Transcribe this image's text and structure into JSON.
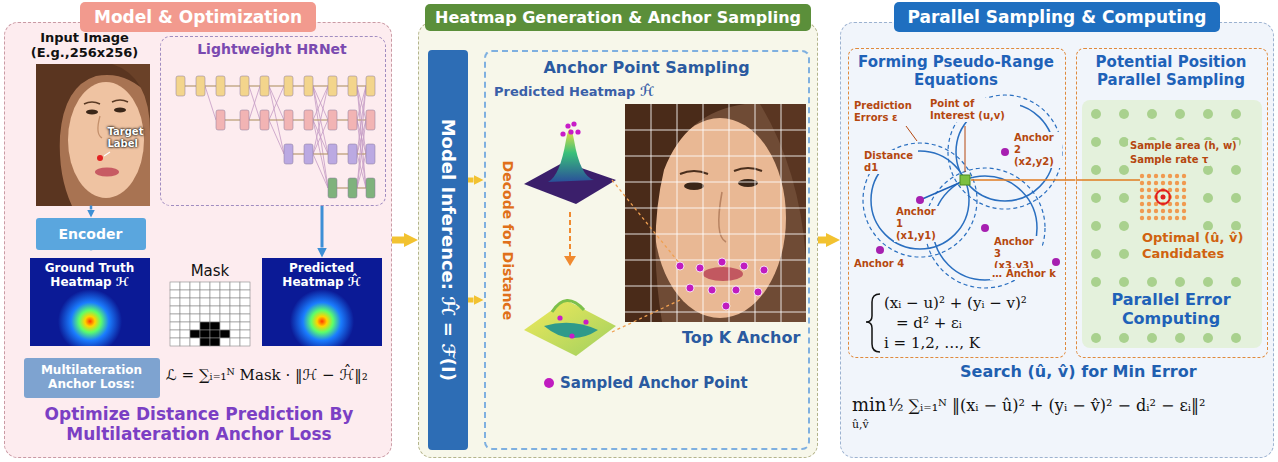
{
  "diagram": {
    "nodes": [
      {
        "text": [
          "Model & Optimization"
        ]
      },
      {
        "text": [
          "Input Image (E.g.,256x256)",
          "Target Label"
        ],
        "in": 0
      },
      {
        "text": [
          "Lightweight HRNet"
        ],
        "in": 0
      },
      {
        "text": [
          "Encoder"
        ],
        "in": 0
      },
      {
        "text": [
          "Ground Truth Heatmap ℋ"
        ],
        "in": 0
      },
      {
        "text": [
          "Predicted Heatmap ℋ̂"
        ],
        "in": 0
      },
      {
        "text": [
          "Multilateration Anchor Loss:"
        ],
        "in": 0
      },
      {
        "text": [
          "Heatmap Generation & Anchor Sampling"
        ]
      },
      {
        "text": [
          "Model Inference: ℋ̂ = ℱ(I)"
        ],
        "in": 7
      },
      {
        "text": [
          "Anchor Point Sampling"
        ],
        "in": 7
      },
      {
        "text": [
          "Parallel Sampling & Computing"
        ]
      },
      {
        "text": [
          "Forming Pseudo-Range Equations"
        ],
        "in": 10
      },
      {
        "text": [
          "Potential Position Parallel Sampling",
          "Parallel Error Computing"
        ],
        "in": 10
      }
    ],
    "edges": [
      {
        "from": 1,
        "to": 3,
        "arrow": "to"
      },
      {
        "from": 3,
        "to": 4,
        "arrow": "to"
      },
      {
        "from": 2,
        "to": 5,
        "arrow": "to"
      },
      {
        "from": 0,
        "to": 7,
        "arrow": "to"
      },
      {
        "from": 8,
        "to": 9,
        "arrow": "to"
      },
      {
        "from": 8,
        "to": 9,
        "arrow": "to"
      },
      {
        "from": 7,
        "to": 10,
        "arrow": "to"
      },
      {
        "from": 11,
        "to": 12,
        "arrow": "none"
      }
    ],
    "labels": [
      "Mask",
      "ℒ = ∑ᵢ₌₁ᴺ Mask · ‖ℋ − ℋ̂‖₂",
      "Optimize Distance Prediction By Multilateration Anchor Loss",
      "Predicted Heatmap ℋ̂",
      "Decode for Distance",
      "Top K Anchor",
      "Sampled Anchor Point",
      "Prediction Errors ε",
      "Point of Interest (u,v)",
      "Distance d1",
      "Anchor 1 (x1,y1)",
      "Anchor 2 (x2,y2)",
      "Anchor 3 (x3,y3)",
      "Anchor 4",
      "…",
      "Anchor k",
      "(xᵢ − u)² + (yᵢ − v)²",
      "= d² + εᵢ",
      "i = 1,2, …, K",
      "Sample area (h, w)",
      "Sample rate τ",
      "Optimal (û, v̂) Candidates",
      "Search (û, v̂) for Min Error",
      "min",
      "û,v̂",
      "½ ∑ᵢ₌₁ᴺ ‖(xᵢ − û)² + (yᵢ − v̂)² − dᵢ² − εᵢ‖²"
    ]
  }
}
